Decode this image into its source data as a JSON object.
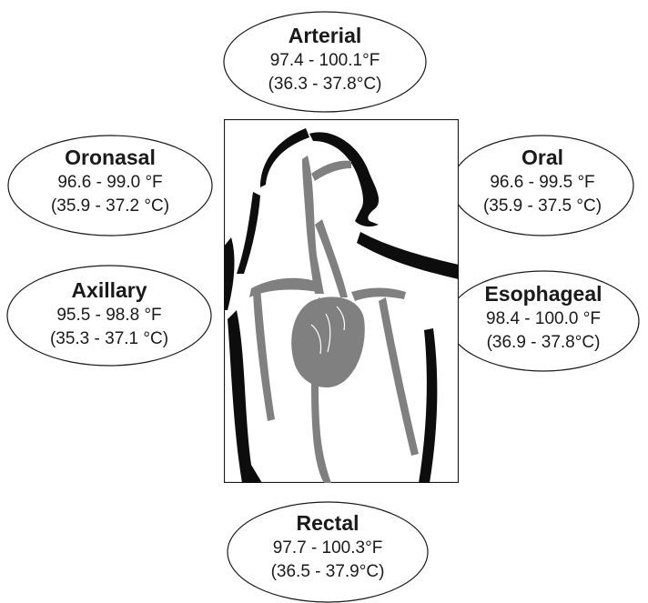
{
  "sites": [
    {
      "key": "arterial",
      "name": "Arterial",
      "fahrenheit": "97.4 - 100.1°F",
      "celsius": "(36.3 - 37.8°C)"
    },
    {
      "key": "oronasal",
      "name": "Oronasal",
      "fahrenheit": "96.6 - 99.0 °F",
      "celsius": "(35.9 - 37.2 °C)"
    },
    {
      "key": "oral",
      "name": "Oral",
      "fahrenheit": "96.6 - 99.5 °F",
      "celsius": "(35.9 - 37.5 °C)"
    },
    {
      "key": "axillary",
      "name": "Axillary",
      "fahrenheit": "95.5 - 98.8 °F",
      "celsius": "(35.3 - 37.1 °C)"
    },
    {
      "key": "esophageal",
      "name": "Esophageal",
      "fahrenheit": "98.4 - 100.0 °F",
      "celsius": "(36.9 - 37.8°C)"
    },
    {
      "key": "rectal",
      "name": "Rectal",
      "fahrenheit": "97.7 - 100.3°F",
      "celsius": "(36.5 - 37.9°C)"
    }
  ],
  "colors": {
    "outline": "#1a1a1a",
    "vessel": "#808080",
    "silhouette": "#0d0d0d",
    "background": "#ffffff"
  }
}
